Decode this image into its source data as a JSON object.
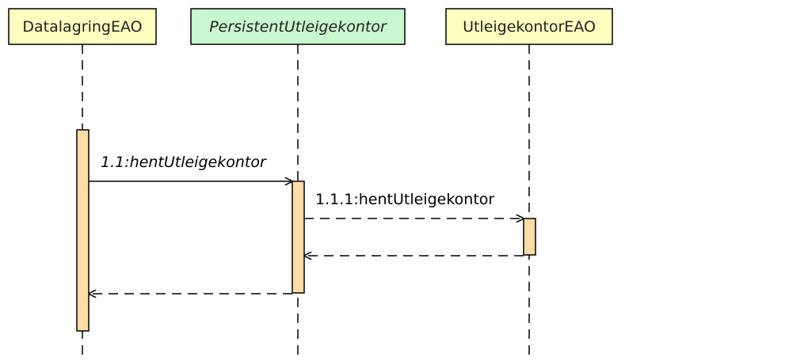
{
  "diagram": {
    "lifelines": [
      {
        "label": "DatalagringEAO",
        "italic": false,
        "fill": "#ffffc0"
      },
      {
        "label": "PersistentUtleigekontor",
        "italic": true,
        "fill": "#c8f8d0"
      },
      {
        "label": "UtleigekontorEAO",
        "italic": false,
        "fill": "#ffffc0"
      }
    ],
    "messages": [
      {
        "label": "1.1:hentUtleigekontor",
        "italic": true,
        "kind": "call"
      },
      {
        "label": "1.1.1:hentUtleigekontor",
        "italic": false,
        "kind": "call"
      },
      {
        "label": "",
        "kind": "return"
      },
      {
        "label": "",
        "kind": "return"
      }
    ],
    "colors": {
      "activation": "#ffdca8",
      "line": "#000000"
    }
  }
}
